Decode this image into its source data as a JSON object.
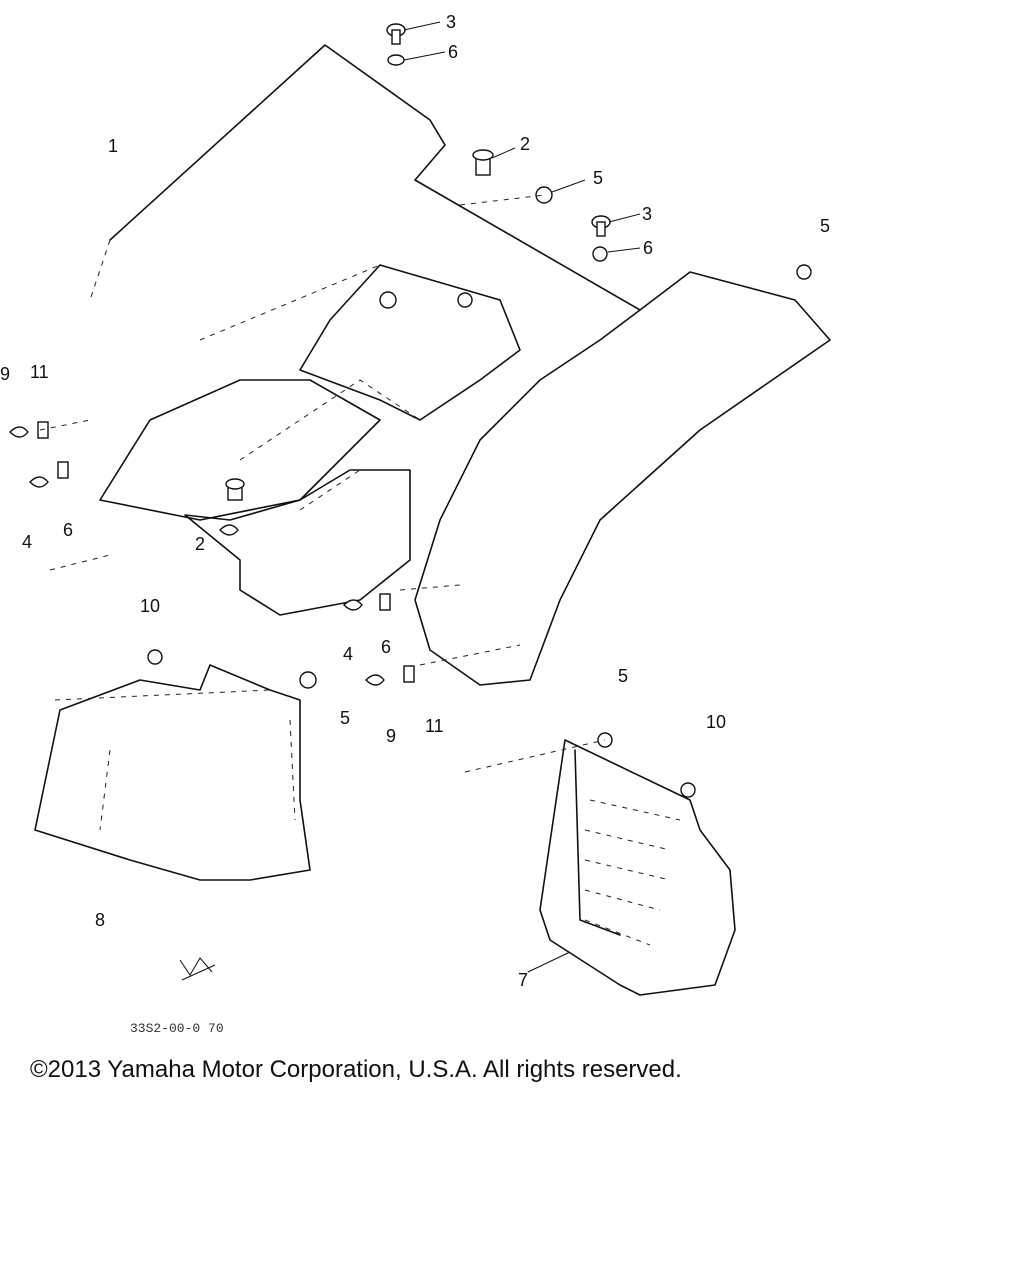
{
  "diagram": {
    "callouts": [
      "3",
      "6",
      "1",
      "2",
      "5",
      "3",
      "6",
      "5",
      "9",
      "11",
      "4",
      "6",
      "2",
      "10",
      "4",
      "6",
      "5",
      "5",
      "9",
      "11",
      "10",
      "8",
      "7"
    ],
    "drawing_code": "33S2-00-0 70"
  },
  "footer": {
    "copyright": "©2013 Yamaha Motor Corporation, U.S.A. All rights reserved."
  }
}
